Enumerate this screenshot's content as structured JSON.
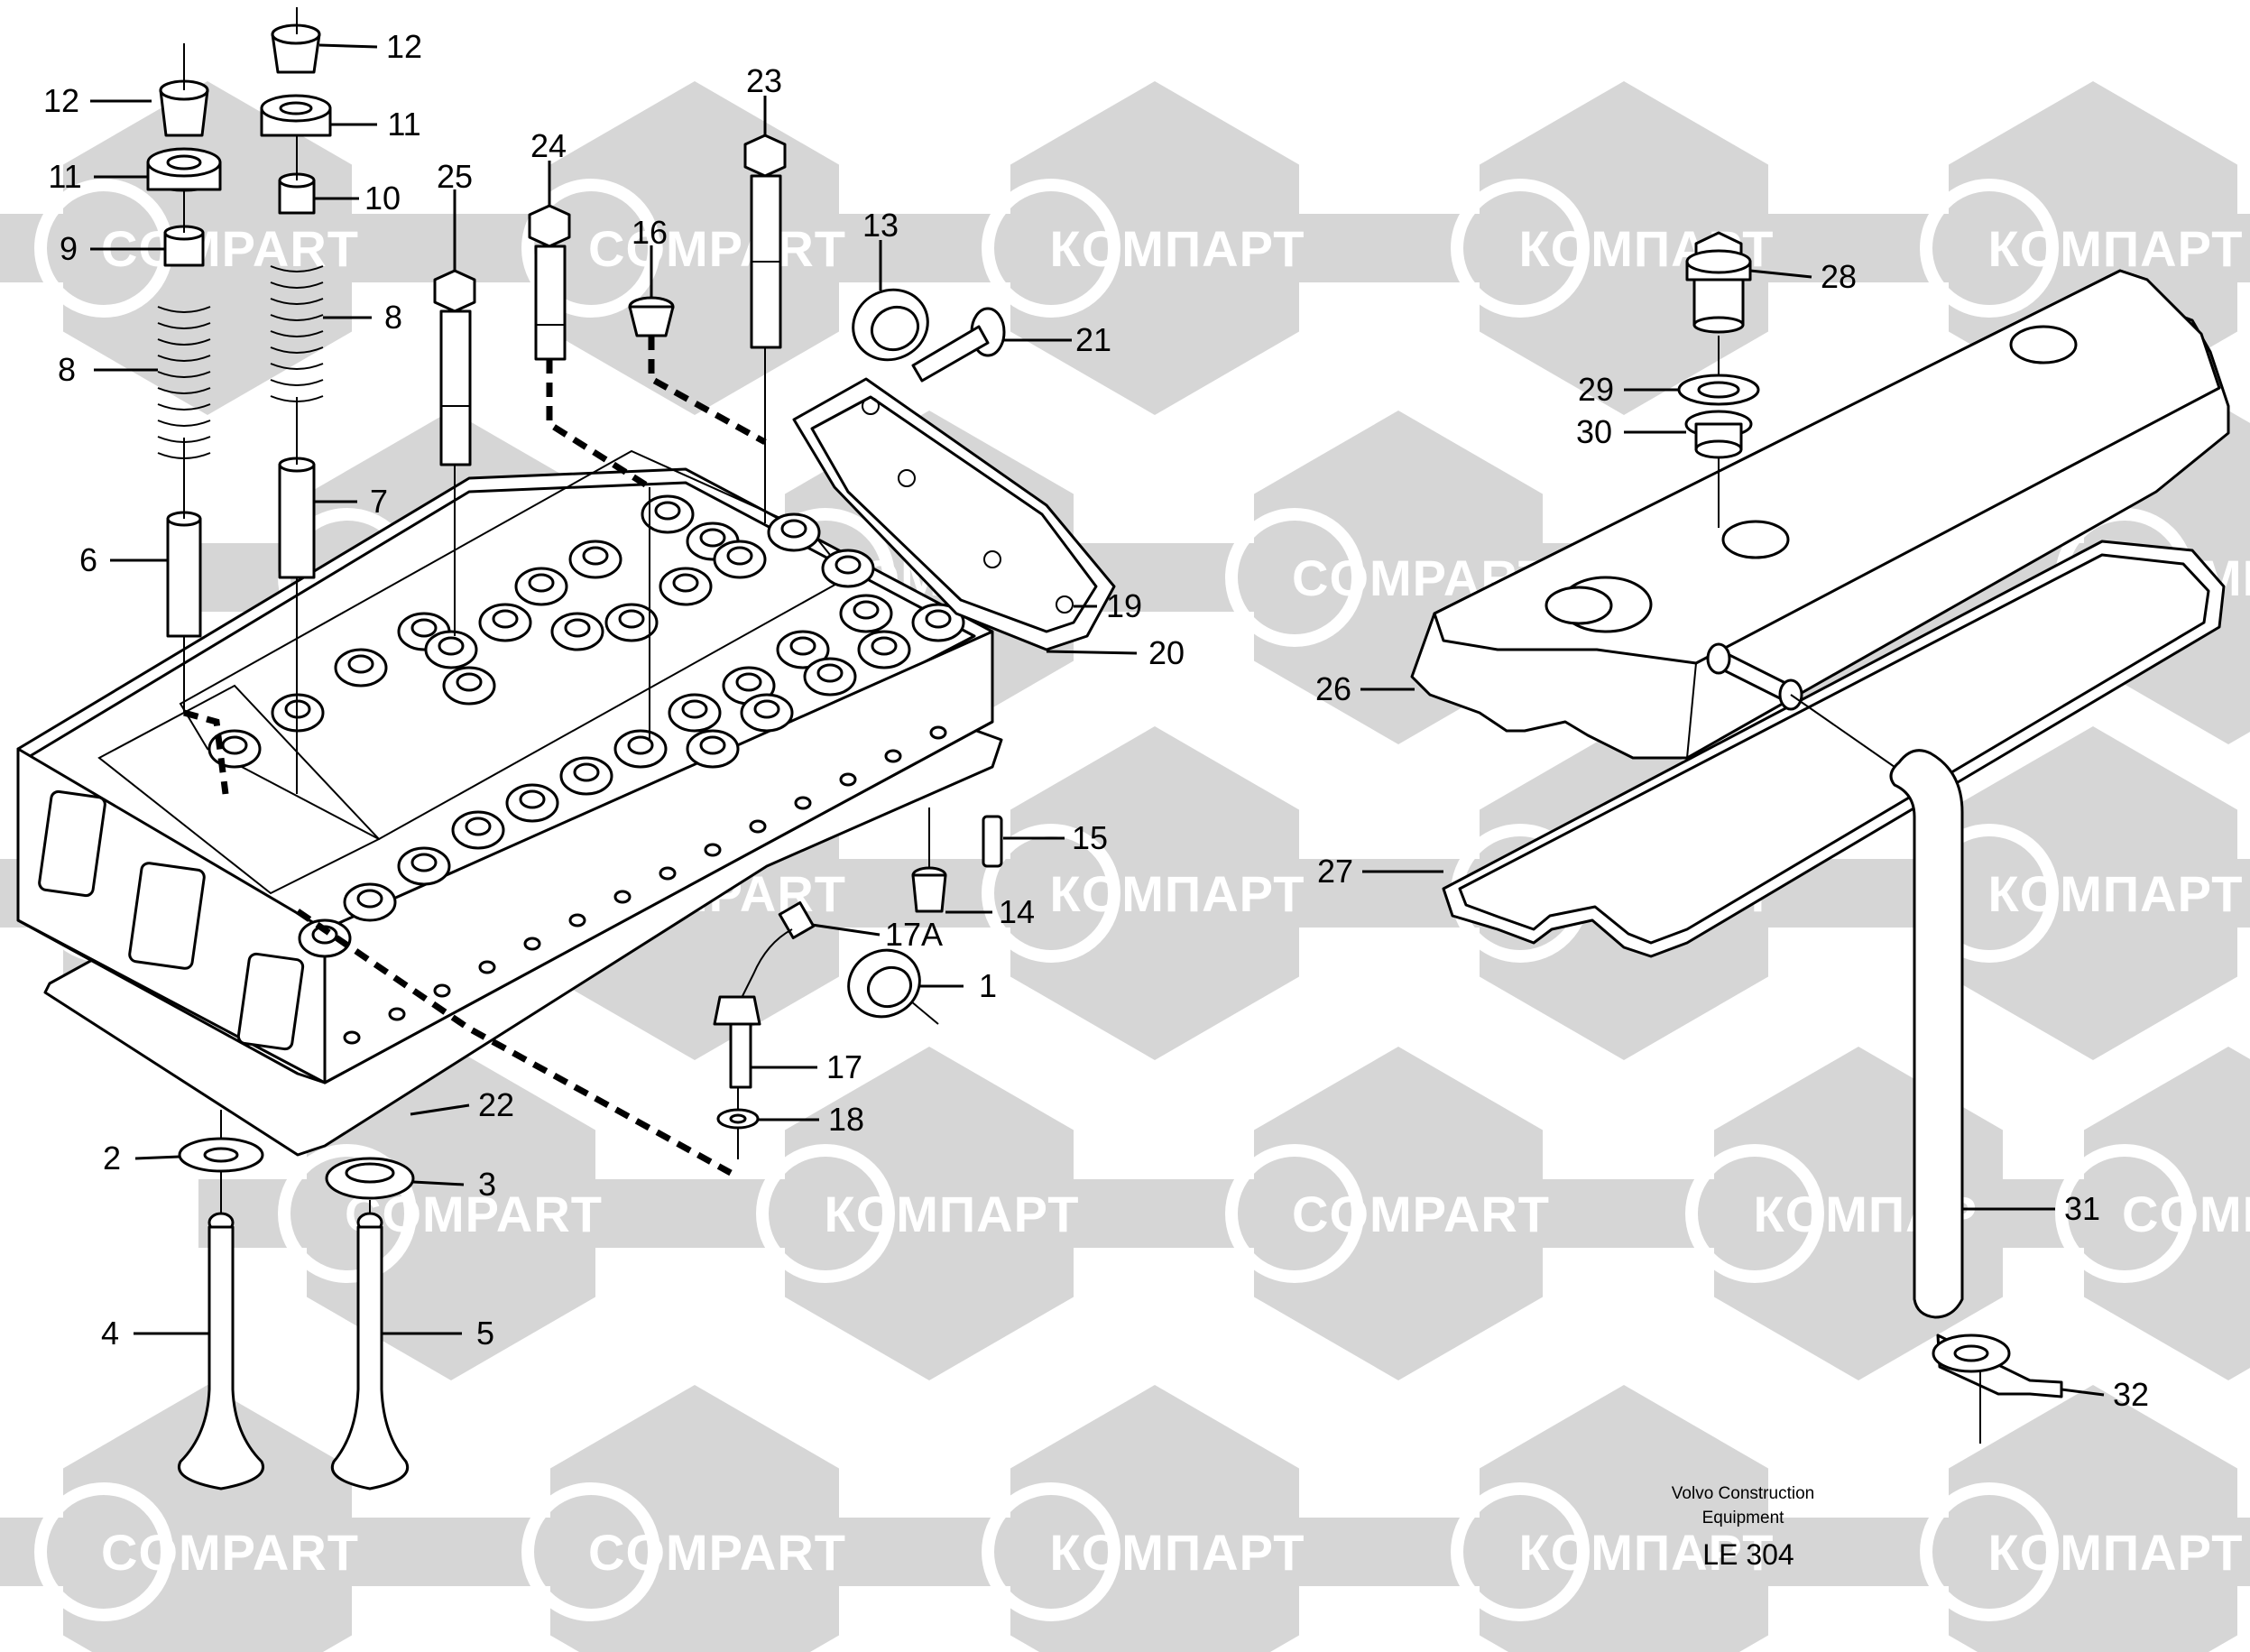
{
  "watermark": {
    "text_latin": "COMPART",
    "text_cyrillic": "КОМПАРТ"
  },
  "callouts": [
    "12",
    "11",
    "9",
    "8",
    "6",
    "12",
    "11",
    "10",
    "8",
    "7",
    "25",
    "24",
    "23",
    "16",
    "13",
    "21",
    "19",
    "20",
    "28",
    "29",
    "30",
    "26",
    "27",
    "15",
    "14",
    "17A",
    "1",
    "17",
    "18",
    "22",
    "2",
    "3",
    "4",
    "5",
    "31",
    "32"
  ],
  "footer": {
    "line1": "Volvo Construction",
    "line2": "Equipment",
    "code": "LE 304"
  },
  "colors": {
    "watermark_fill": "#d6d6d6",
    "watermark_text": "#ffffff",
    "ink": "#000000"
  }
}
